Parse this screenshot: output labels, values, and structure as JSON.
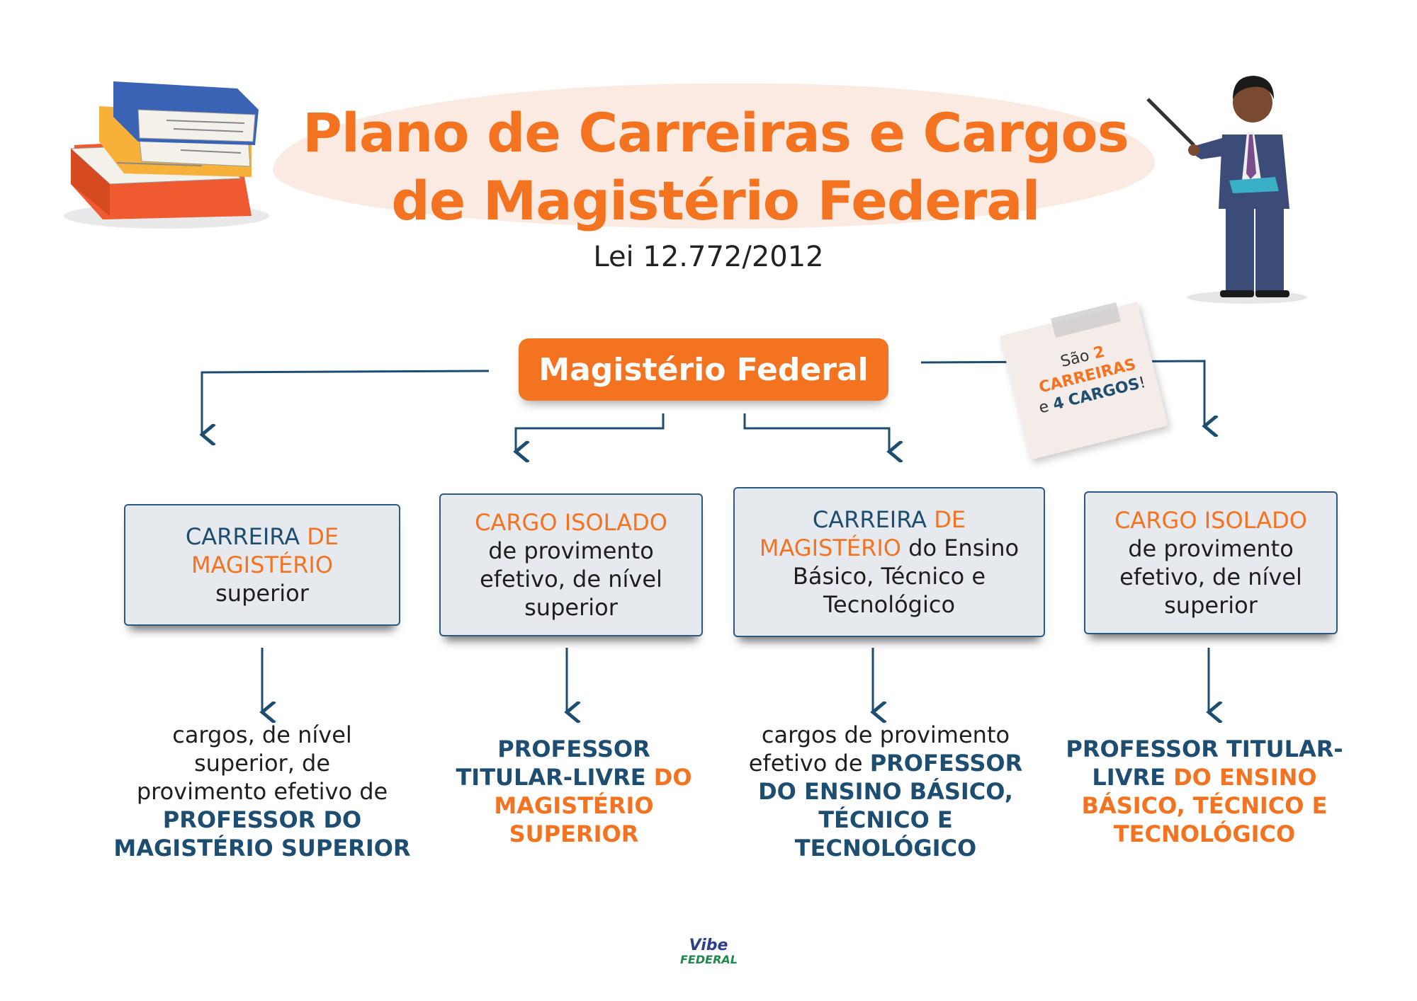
{
  "header": {
    "title_line1": "Plano de Carreiras e Cargos",
    "title_line2": "de Magistério Federal",
    "subtitle": "Lei 12.772/2012"
  },
  "root": {
    "label": "Magistério Federal"
  },
  "note": {
    "line1": "São",
    "num1": "2",
    "word1": "CARREIRAS",
    "line3": "e",
    "num2": "4",
    "word2": "CARGOS",
    "end": "!"
  },
  "boxes": [
    {
      "a": "CARREIRA",
      "b": " DE",
      "c": "MAGISTÉRIO",
      "d": "superior"
    },
    {
      "a": "CARGO ISOLADO",
      "b": "de provimento",
      "c": "efetivo, de nível",
      "d": "superior"
    },
    {
      "a": "CARREIRA",
      "b": " DE",
      "c": "MAGISTÉRIO",
      "d": " do Ensino",
      "e": "Básico, Técnico e",
      "f": "Tecnológico"
    },
    {
      "a": "CARGO ISOLADO",
      "b": "de provimento",
      "c": "efetivo, de nível",
      "d": "superior"
    }
  ],
  "descs": [
    {
      "l1": "cargos, de nível",
      "l2": "superior, de",
      "l3": "provimento efetivo de",
      "l4": "PROFESSOR DO",
      "l5": "MAGISTÉRIO SUPERIOR"
    },
    {
      "l1": "PROFESSOR",
      "l2a": "TITULAR-LIVRE",
      "l2b": " DO",
      "l3": "MAGISTÉRIO",
      "l4": "SUPERIOR"
    },
    {
      "l1": "cargos de provimento",
      "l2a": "efetivo de ",
      "l2b": "PROFESSOR",
      "l3": "DO ENSINO BÁSICO,",
      "l4": "TÉCNICO E",
      "l5": "TECNOLÓGICO"
    },
    {
      "l1": "PROFESSOR TITULAR-",
      "l2a": "LIVRE",
      "l2b": " DO ENSINO",
      "l3": "BÁSICO, TÉCNICO E",
      "l4": "TECNOLÓGICO"
    }
  ],
  "logo": {
    "line1": "Vibe",
    "line2": "FEDERAL"
  },
  "colors": {
    "orange": "#f47320",
    "blue": "#1d4e72",
    "box": "#e6e9ed"
  }
}
